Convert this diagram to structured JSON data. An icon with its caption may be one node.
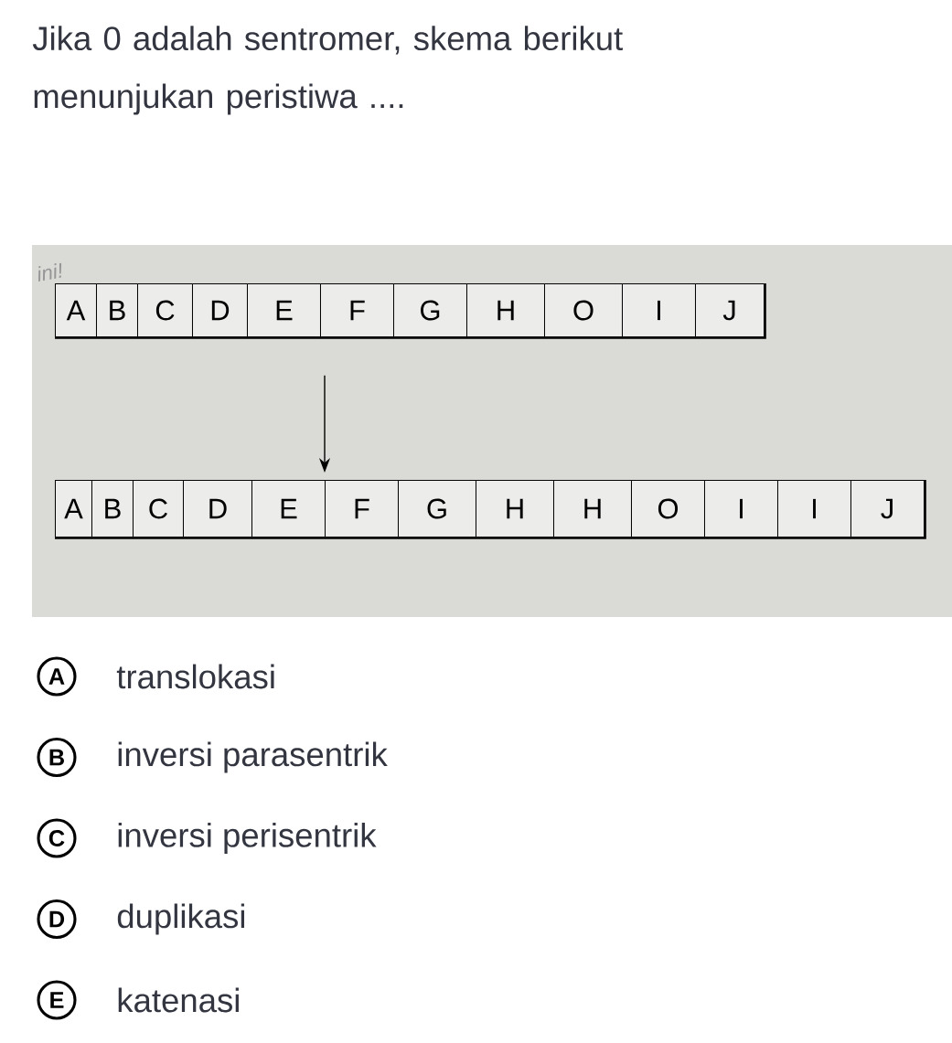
{
  "diagram": {
    "title": "Jika 0 adalah sentromer, skema berikut menunjukan peristiwa ....",
    "nodes": [
      {
        "text": [],
        "shape": "bar"
      },
      {
        "text": [
          "A"
        ],
        "in": 0
      },
      {
        "text": [
          "B"
        ],
        "in": 0
      },
      {
        "text": [
          "C"
        ],
        "in": 0
      },
      {
        "text": [
          "D"
        ],
        "in": 0
      },
      {
        "text": [
          "E"
        ],
        "in": 0
      },
      {
        "text": [
          "F"
        ],
        "in": 0
      },
      {
        "text": [
          "G"
        ],
        "in": 0
      },
      {
        "text": [
          "H"
        ],
        "in": 0
      },
      {
        "text": [
          "O"
        ],
        "in": 0
      },
      {
        "text": [
          "I"
        ],
        "in": 0
      },
      {
        "text": [
          "J"
        ],
        "in": 0
      },
      {
        "text": [],
        "shape": "bar"
      },
      {
        "text": [
          "A"
        ],
        "in": 12
      },
      {
        "text": [
          "B"
        ],
        "in": 12
      },
      {
        "text": [
          "C"
        ],
        "in": 12
      },
      {
        "text": [
          "D"
        ],
        "in": 12
      },
      {
        "text": [
          "E"
        ],
        "in": 12
      },
      {
        "text": [
          "F"
        ],
        "in": 12
      },
      {
        "text": [
          "G"
        ],
        "in": 12
      },
      {
        "text": [
          "H"
        ],
        "in": 12
      },
      {
        "text": [
          "H"
        ],
        "in": 12
      },
      {
        "text": [
          "O"
        ],
        "in": 12
      },
      {
        "text": [
          "I"
        ],
        "in": 12
      },
      {
        "text": [
          "I"
        ],
        "in": 12
      },
      {
        "text": [
          "J"
        ],
        "in": 12
      }
    ],
    "edges": [
      {
        "from": 0,
        "to": 12,
        "arrow": "to"
      }
    ],
    "labels": [
      "ini!",
      "A",
      "translokasi",
      "B",
      "inversi parasentrik",
      "C",
      "inversi perisentrik",
      "D",
      "duplikasi",
      "E",
      "katenasi"
    ]
  }
}
